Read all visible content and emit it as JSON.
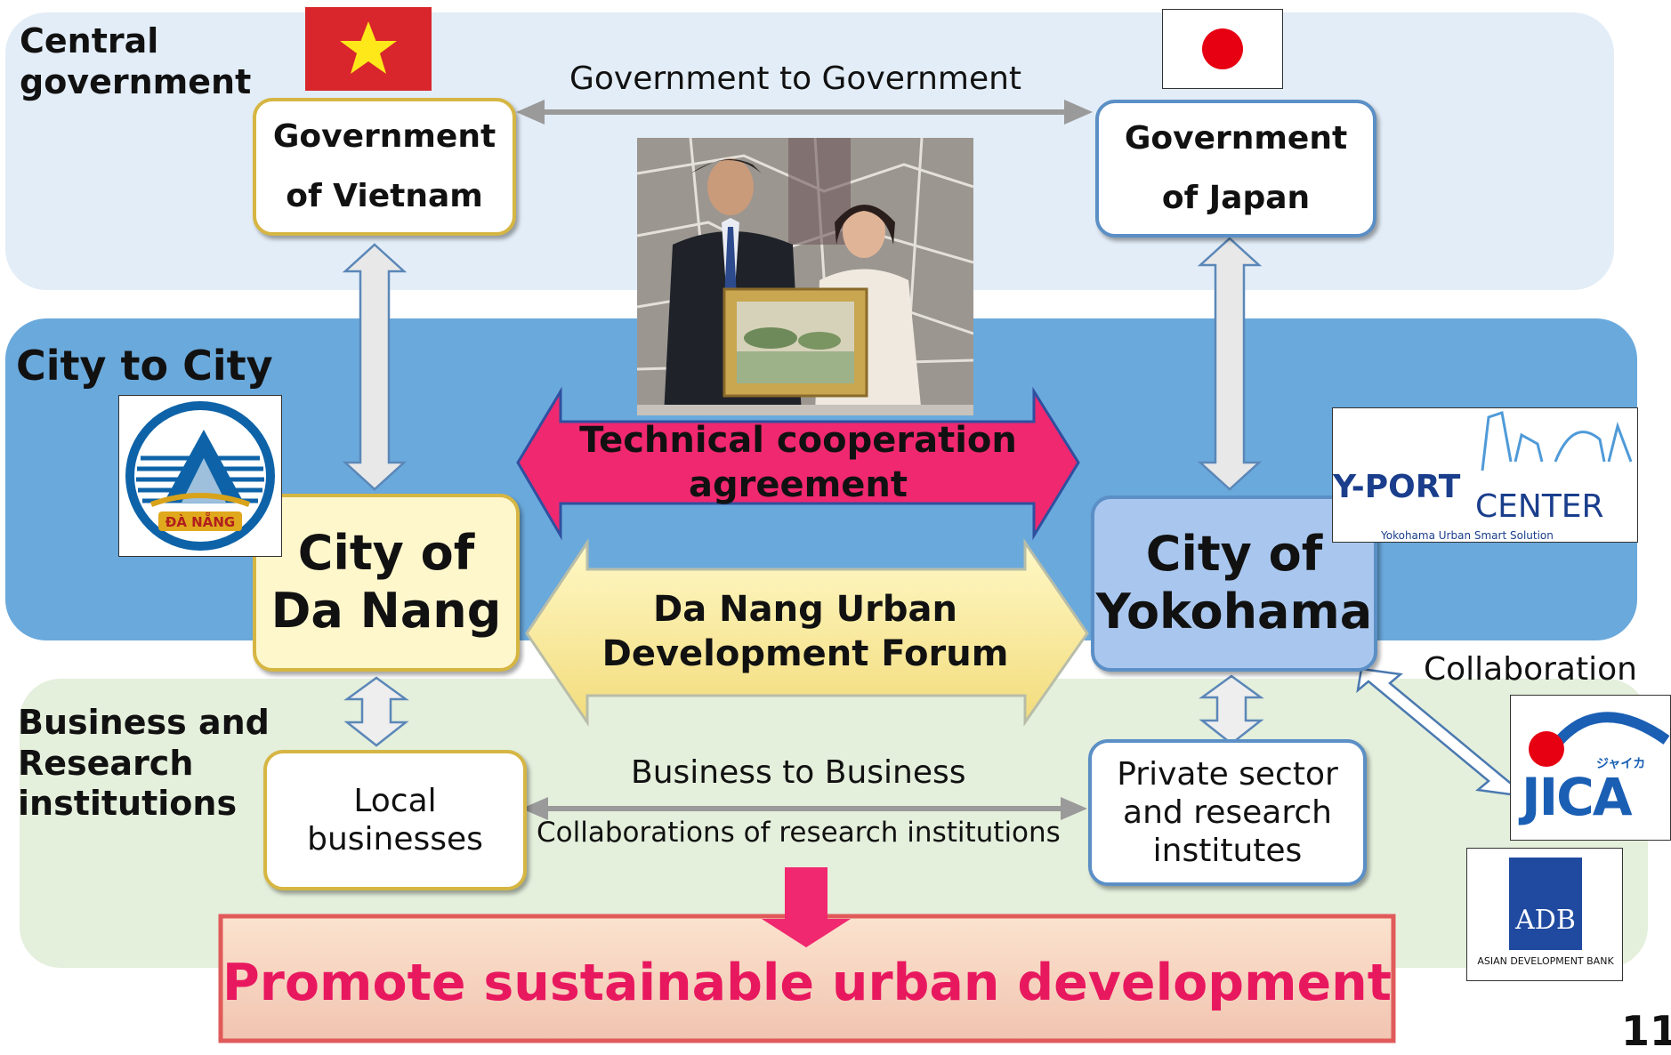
{
  "tiers": {
    "central": "Central\ngovernment",
    "city": "City to City",
    "business": "Business and\nResearch\ninstitutions"
  },
  "nodes": {
    "gov_vietnam": "Government\nof Vietnam",
    "gov_japan": "Government\nof Japan",
    "city_danang": "City of\nDa Nang",
    "city_yokohama": "City of\nYokohama",
    "local_businesses": "Local\nbusinesses",
    "private_sector": "Private sector\nand research\ninstitutes"
  },
  "arrows": {
    "gov_to_gov": "Government to Government",
    "technical": "Technical cooperation\nagreement",
    "forum": "Da Nang Urban\nDevelopment Forum",
    "b2b": "Business to Business",
    "research": "Collaborations of research institutions",
    "collaboration": "Collaboration"
  },
  "outcome": "Promote sustainable urban development",
  "logos": {
    "danang": "ĐÀ NẴNG",
    "yport_main": "Y-PORT",
    "yport_center": "CENTER",
    "yport_sub": "Yokohama Urban Smart Solution",
    "jica_kana": "ジャイカ",
    "jica_text": "JICA",
    "adb_text": "ADB",
    "adb_sub": "ASIAN DEVELOPMENT BANK"
  },
  "page_number": "11",
  "colors": {
    "magenta": "#f0286f",
    "outcome_text": "#e8185f",
    "gold_fill": "#fff3b0",
    "blue_fill": "#a9c7ee"
  }
}
